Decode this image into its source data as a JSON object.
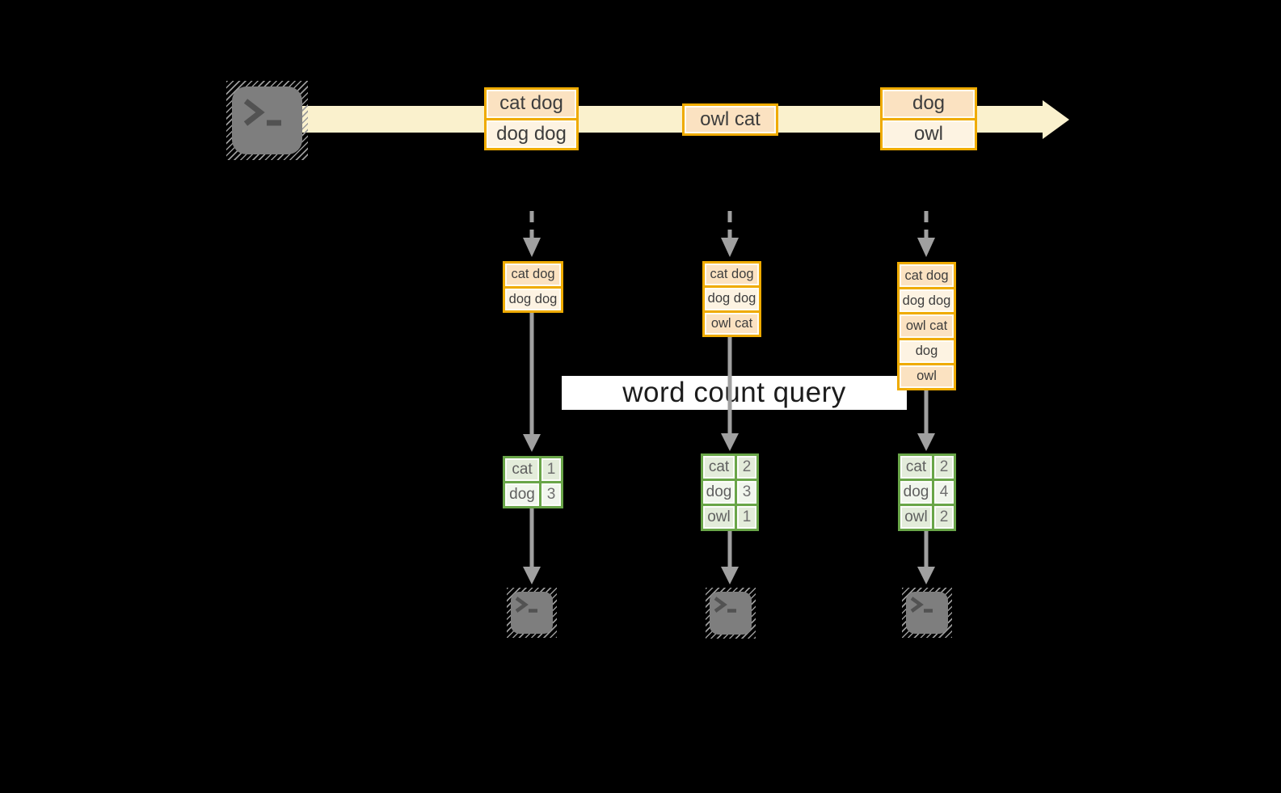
{
  "query_label": "word count query",
  "stream": {
    "events": [
      {
        "lines": [
          "cat dog",
          "dog dog"
        ]
      },
      {
        "lines": [
          "owl cat"
        ]
      },
      {
        "lines": [
          "dog",
          "owl"
        ]
      }
    ]
  },
  "states": [
    {
      "lines": [
        "cat dog",
        "dog dog"
      ]
    },
    {
      "lines": [
        "cat dog",
        "dog dog",
        "owl cat"
      ]
    },
    {
      "lines": [
        "cat dog",
        "dog dog",
        "owl cat",
        "dog",
        "owl"
      ]
    }
  ],
  "results": [
    {
      "rows": [
        {
          "word": "cat",
          "count": "1"
        },
        {
          "word": "dog",
          "count": "3"
        }
      ]
    },
    {
      "rows": [
        {
          "word": "cat",
          "count": "2"
        },
        {
          "word": "dog",
          "count": "3"
        },
        {
          "word": "owl",
          "count": "1"
        }
      ]
    },
    {
      "rows": [
        {
          "word": "cat",
          "count": "2"
        },
        {
          "word": "dog",
          "count": "4"
        },
        {
          "word": "owl",
          "count": "2"
        }
      ]
    }
  ],
  "icons": {
    "terminal_prompt_glyph": ">_",
    "stream_arrow": "right-arrow",
    "flow_arrows": "down-arrow"
  },
  "colors": {
    "background": "#000000",
    "stream_band": "#faf1cd",
    "box_border_gold": "#efab00",
    "cell_peach": "#fbe2c1",
    "cell_cream": "#fdf3e2",
    "table_border_green": "#69a548",
    "cell_green_dark": "#e3ecda",
    "cell_green_light": "#f1f6ed",
    "arrow_gray": "#a0a0a0",
    "terminal_gray": "#7e7e7e",
    "query_banner_bg": "#ffffff",
    "text_dark": "#3d3d3d"
  }
}
